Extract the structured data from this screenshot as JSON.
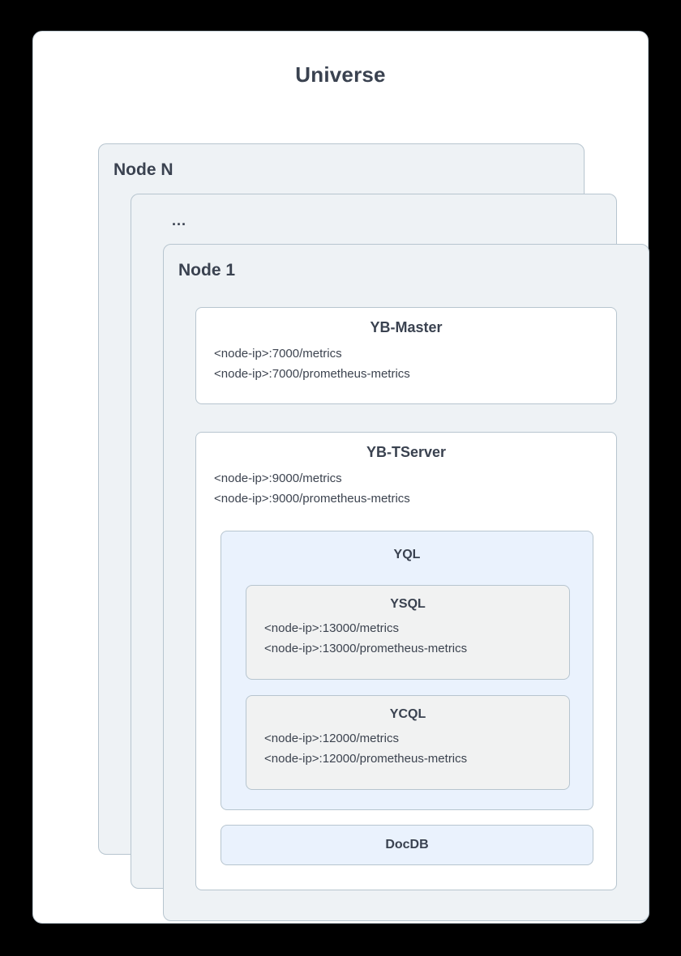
{
  "diagram": {
    "type": "nested-architecture-diagram",
    "title": "Universe",
    "nodes": [
      {
        "label": "Node N"
      },
      {
        "label": "..."
      },
      {
        "label": "Node 1"
      }
    ],
    "services": {
      "master": {
        "title": "YB-Master",
        "endpoints": [
          "<node-ip>:7000/metrics",
          "<node-ip>:7000/prometheus-metrics"
        ]
      },
      "tserver": {
        "title": "YB-TServer",
        "endpoints": [
          "<node-ip>:9000/metrics",
          "<node-ip>:9000/prometheus-metrics"
        ],
        "yql": {
          "title": "YQL",
          "ysql": {
            "title": "YSQL",
            "endpoints": [
              "<node-ip>:13000/metrics",
              "<node-ip>:13000/prometheus-metrics"
            ]
          },
          "ycql": {
            "title": "YCQL",
            "endpoints": [
              "<node-ip>:12000/metrics",
              "<node-ip>:12000/prometheus-metrics"
            ]
          }
        }
      },
      "docdb": {
        "title": "DocDB"
      }
    },
    "colors": {
      "background": "#000000",
      "panel": "#ffffff",
      "node_card": "#eef2f5",
      "border": "#b7c5cf",
      "blue_box": "#eaf2fd",
      "gray_box": "#f1f2f2",
      "text": "#3a4250",
      "body_text": "#3c434f"
    }
  }
}
